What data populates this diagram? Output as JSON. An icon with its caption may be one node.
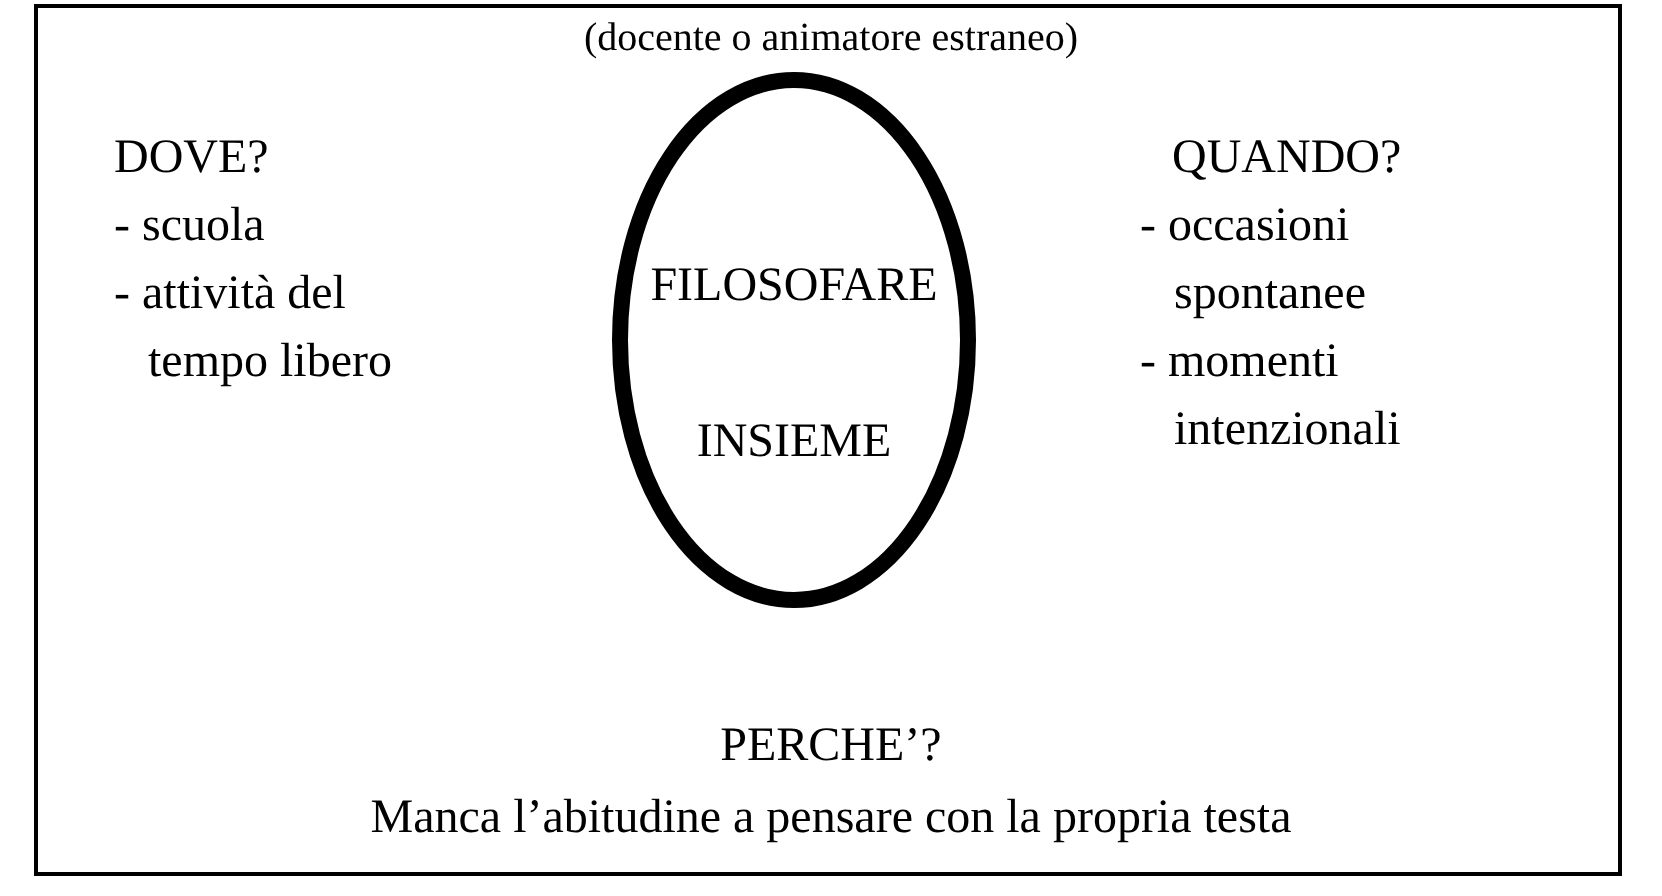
{
  "diagram": {
    "nodes": [
      {
        "text": [
          "FILOSOFARE",
          "INSIEME"
        ]
      }
    ],
    "labels": [
      "(docente o animatore estraneo)",
      "DOVE?",
      "- scuola",
      "- attività del tempo libero",
      "QUANDO?",
      "- occasioni spontanee",
      "- momenti intenzionali",
      "PERCHE’?",
      "Manca l’abitudine a pensare con la propria testa"
    ]
  }
}
